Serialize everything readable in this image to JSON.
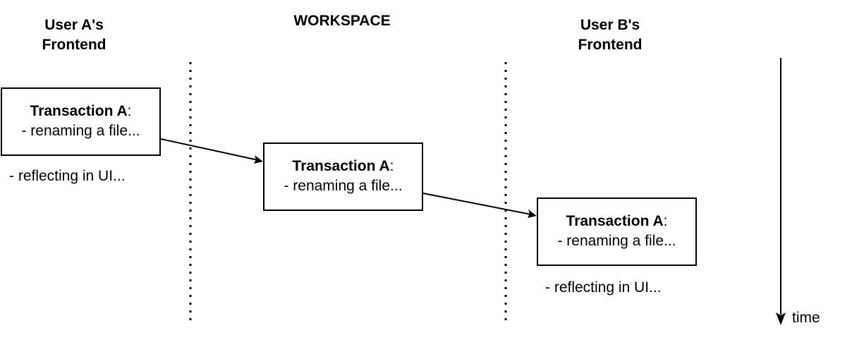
{
  "columns": {
    "user_a": {
      "line1": "User A's",
      "line2": "Frontend"
    },
    "workspace": {
      "label": "WORKSPACE"
    },
    "user_b": {
      "line1": "User B's",
      "line2": "Frontend"
    }
  },
  "boxes": [
    {
      "title": "Transaction A",
      "title_suffix": ":",
      "body": "- renaming a file..."
    },
    {
      "title": "Transaction A",
      "title_suffix": ":",
      "body": "- renaming a file..."
    },
    {
      "title": "Transaction A",
      "title_suffix": ":",
      "body": "- renaming a file..."
    }
  ],
  "notes": {
    "user_a": "- reflecting in UI...",
    "user_b": "- reflecting in UI..."
  },
  "time_axis": {
    "label": "time"
  }
}
